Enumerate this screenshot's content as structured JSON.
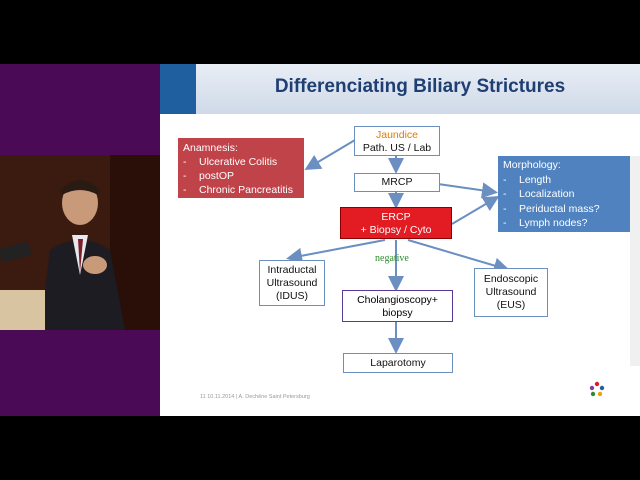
{
  "slide": {
    "title": "Differenciating Biliary Strictures",
    "anamnesis": {
      "heading": "Anamnesis:",
      "items": [
        "Ulcerative Colitis",
        "postOP",
        "Chronic Pancreatitis"
      ]
    },
    "morphology": {
      "heading": "Morphology:",
      "items": [
        "Length",
        "Localization",
        "Periductal mass?",
        "Lymph nodes?"
      ]
    },
    "jaundice": {
      "line1": "Jaundice",
      "line2": "Path. US / Lab"
    },
    "mrcp": "MRCP",
    "ercp": {
      "line1": "ERCP",
      "line2": "+ Biopsy / Cyto"
    },
    "negative": "negative",
    "idus": {
      "line1": "Intraductal",
      "line2": "Ultrasound",
      "line3": "(IDUS)"
    },
    "cholangioscopy": {
      "line1": "Cholangioscopy+",
      "line2": "biopsy"
    },
    "eus": {
      "line1": "Endoscopic",
      "line2": "Ultrasound",
      "line3": "(EUS)"
    },
    "laparotomy": "Laparotomy",
    "footer": "11        10.11.2014 | A. Dechêne        Saint Petersburg"
  },
  "colors": {
    "title": "#1f3f73",
    "anamnesis_bg": "#c0434a",
    "morphology_bg": "#4f82bf",
    "ercp_bg": "#e31b23",
    "jaundice_text": "#e07b00",
    "negative_text": "#2e8b2e",
    "box_border": "#6a8fc0",
    "background_purple": "#4a0a55"
  }
}
